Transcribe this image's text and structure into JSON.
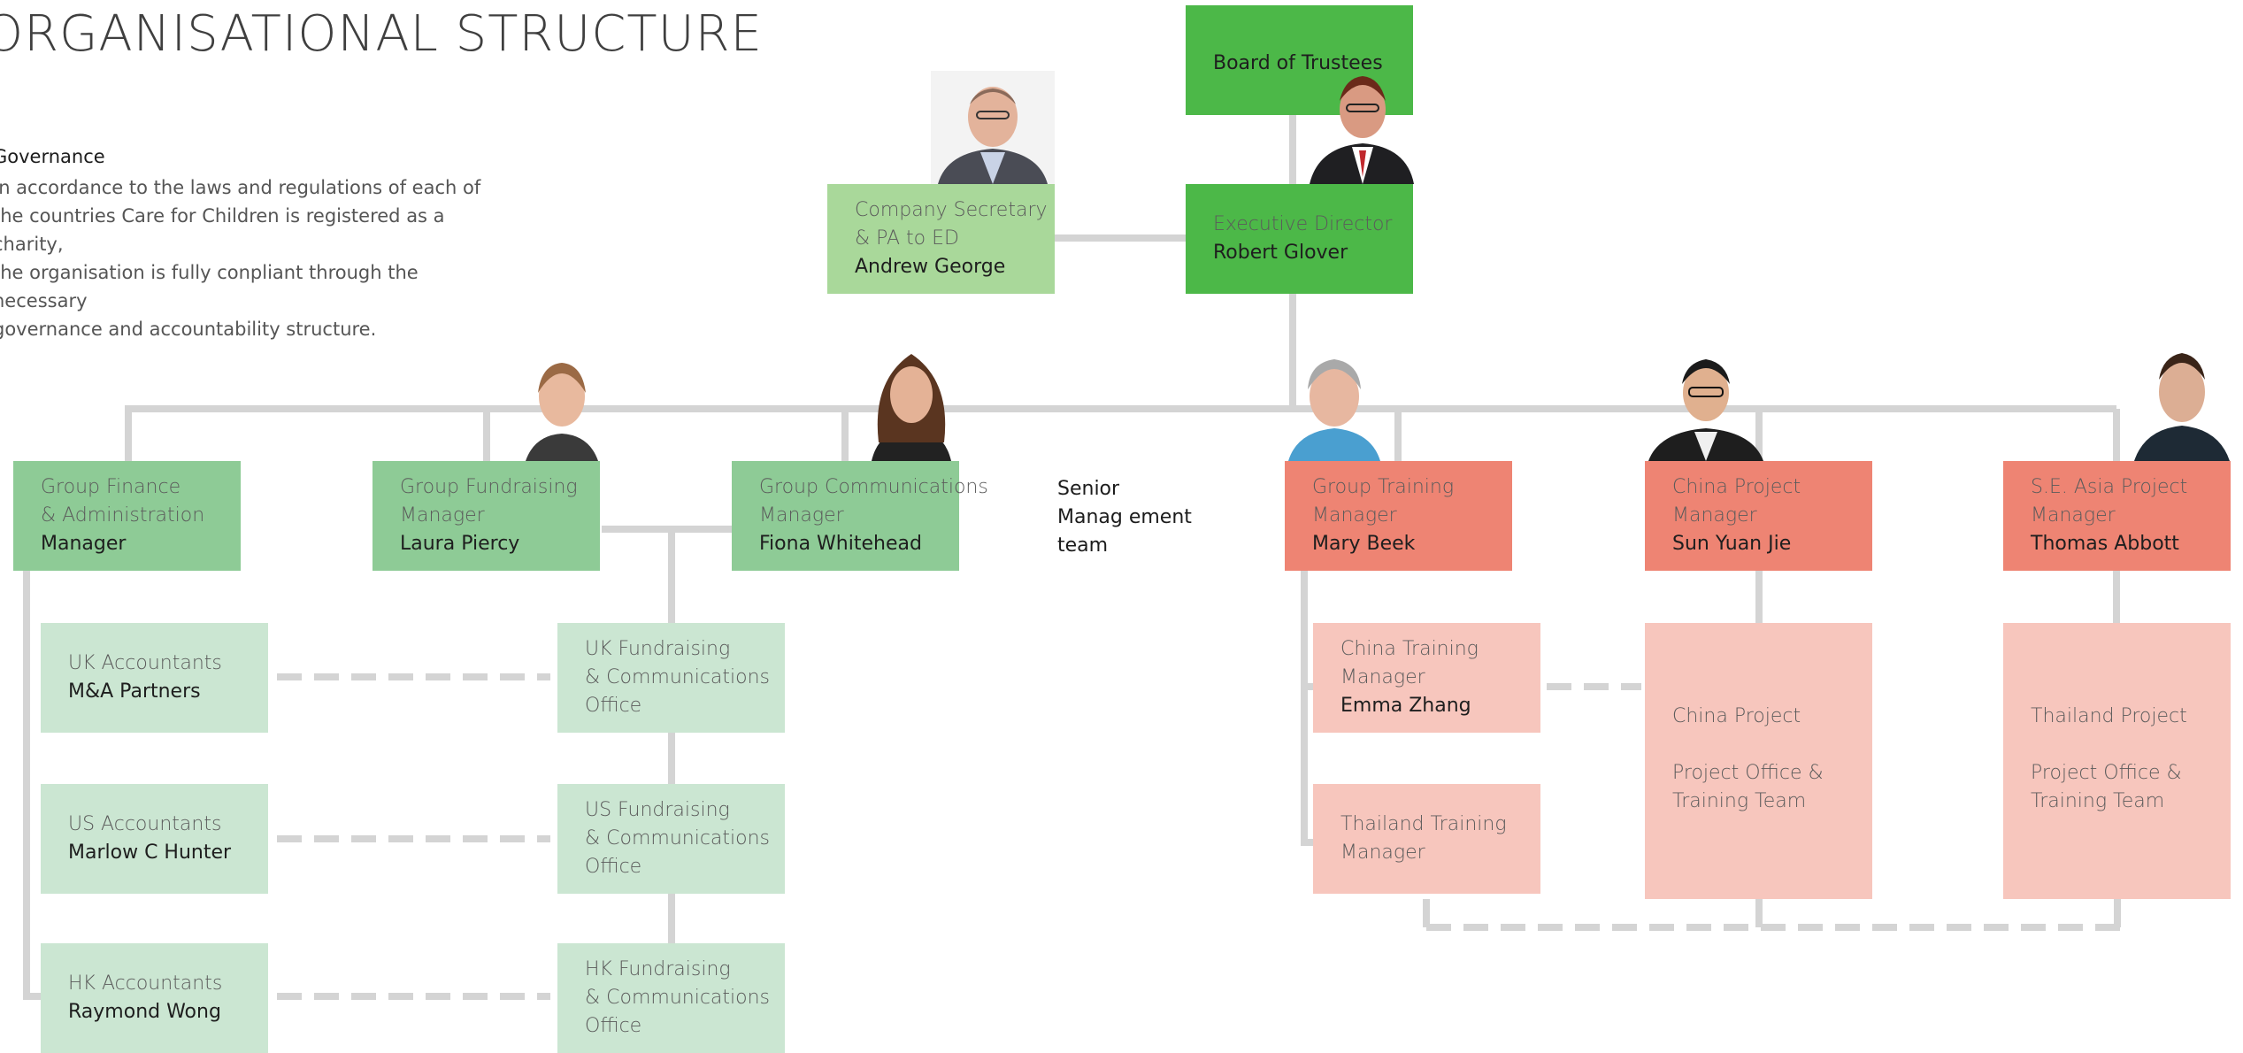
{
  "title": "ORGANISATIONAL STRUCTURE",
  "governance": {
    "heading": "Governance",
    "lines": [
      "In accordance to the laws and regulations of each of",
      "the countries Care for Children is registered as a charity,",
      "the organisation is fully conpliant through the necessary",
      "governance and accountability structure."
    ]
  },
  "senior_team": [
    "Senior",
    "Manag ement",
    "team"
  ],
  "boxes": {
    "trustees": {
      "label": "Board of Trustees"
    },
    "secretary": {
      "label1": "Company Secretary",
      "label2": "& PA to ED",
      "name": "Andrew George"
    },
    "director": {
      "label1": "Executive Director",
      "name": "Robert Glover"
    },
    "finance": {
      "label1": "Group Finance",
      "label2": "& Administration",
      "name": "Manager"
    },
    "fundraising": {
      "label1": "Group Fundraising",
      "label2": "Manager",
      "name": "Laura Piercy"
    },
    "communications": {
      "label1": "Group Communications",
      "label2": "Manager",
      "name": "Fiona Whitehead"
    },
    "training": {
      "label1": "Group Training",
      "label2": "Manager",
      "name": "Mary Beek"
    },
    "china_pm": {
      "label1": "China Project",
      "label2": "Manager",
      "name": "Sun Yuan Jie"
    },
    "sea_pm": {
      "label1": "S.E. Asia Project",
      "label2": "Manager",
      "name": "Thomas Abbott"
    },
    "uk_acc": {
      "label1": "UK Accountants",
      "name": "M&A Partners"
    },
    "us_acc": {
      "label1": "US Accountants",
      "name": "Marlow C Hunter"
    },
    "hk_acc": {
      "label1": "HK Accountants",
      "name": "Raymond Wong"
    },
    "uk_fund": {
      "label1": "UK Fundraising",
      "label2": "& Communications",
      "label3": "Office"
    },
    "us_fund": {
      "label1": "US Fundraising",
      "label2": "& Communications",
      "label3": "Office"
    },
    "hk_fund": {
      "label1": "HK Fundraising",
      "label2": "& Communications",
      "label3": "Office"
    },
    "china_training": {
      "label1": "China Training",
      "label2": "Manager",
      "name": "Emma Zhang"
    },
    "thai_training": {
      "label1": "Thailand Training",
      "label2": "Manager"
    },
    "china_project": {
      "label1": "China Project",
      "label2": "Project Office &",
      "label3": "Training Team"
    },
    "thai_project": {
      "label1": "Thailand Project",
      "label2": "Project Office &",
      "label3": "Training Team"
    }
  },
  "colors": {
    "dark_green": "#4cb848",
    "mid_green": "#8ecb96",
    "light_green": "#a9d89a",
    "pale_green": "#cbe6d2",
    "salmon": "#ee8473",
    "pale_pink": "#f7c6bd",
    "connector_grey": "#d4d4d4"
  }
}
